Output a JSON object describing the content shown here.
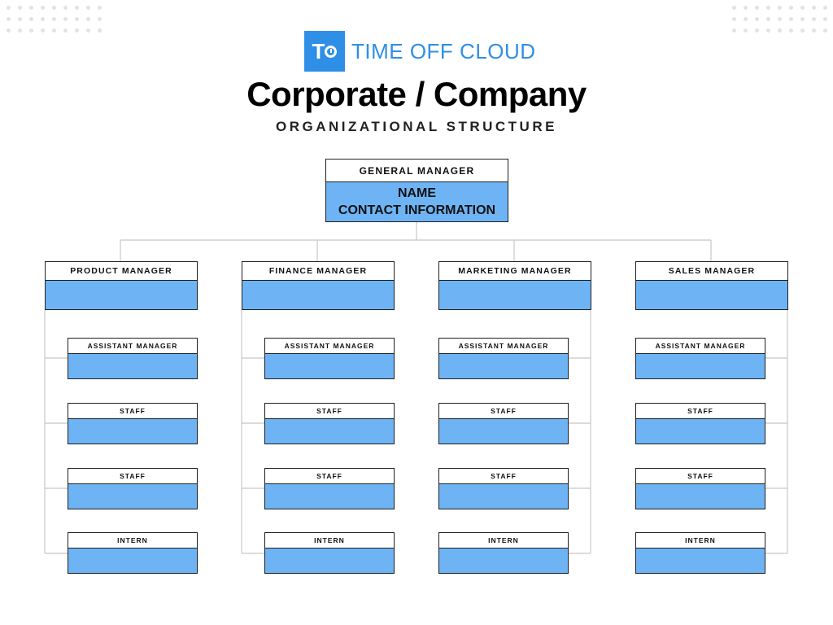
{
  "brand": {
    "logo_mark": "TO",
    "logo_text": "TIME OFF CLOUD",
    "accent_color": "#2f8fe6"
  },
  "title": "Corporate / Company",
  "subtitle": "ORGANIZATIONAL STRUCTURE",
  "colors": {
    "box_fill": "#6eb4f5",
    "border": "#1f1f1f",
    "connector": "#c8c8c8"
  },
  "general_manager": {
    "title": "GENERAL MANAGER",
    "name": "NAME",
    "contact": "CONTACT INFORMATION"
  },
  "departments": [
    {
      "manager": "PRODUCT MANAGER",
      "subordinates": [
        "ASSISTANT MANAGER",
        "STAFF",
        "STAFF",
        "INTERN"
      ]
    },
    {
      "manager": "FINANCE MANAGER",
      "subordinates": [
        "ASSISTANT MANAGER",
        "STAFF",
        "STAFF",
        "INTERN"
      ]
    },
    {
      "manager": "MARKETING MANAGER",
      "subordinates": [
        "ASSISTANT MANAGER",
        "STAFF",
        "STAFF",
        "INTERN"
      ]
    },
    {
      "manager": "SALES MANAGER",
      "subordinates": [
        "ASSISTANT MANAGER",
        "STAFF",
        "STAFF",
        "INTERN"
      ]
    }
  ]
}
